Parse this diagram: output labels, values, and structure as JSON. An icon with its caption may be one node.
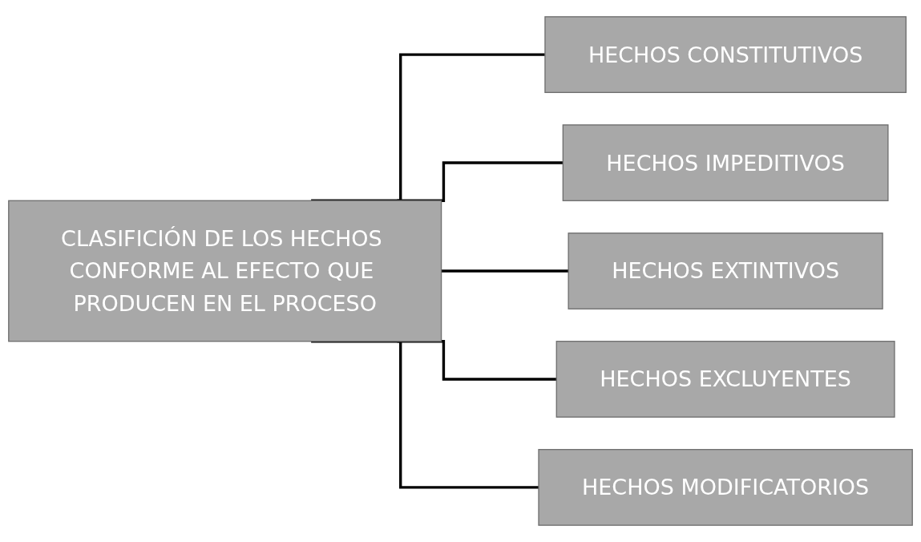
{
  "diagram": {
    "nodes": [
      {
        "text": [
          "CLASIFICIÓN DE LOS HECHOS CONFORME AL EFECTO QUE PRODUCEN EN EL PROCESO"
        ]
      },
      {
        "text": [
          "HECHOS CONSTITUTIVOS"
        ]
      },
      {
        "text": [
          "HECHOS IMPEDITIVOS"
        ]
      },
      {
        "text": [
          "HECHOS EXTINTIVOS"
        ]
      },
      {
        "text": [
          "HECHOS EXCLUYENTES"
        ]
      },
      {
        "text": [
          "HECHOS MODIFICATORIOS"
        ]
      }
    ],
    "edges": [
      {
        "from": 0,
        "to": 1,
        "arrow": "none"
      },
      {
        "from": 0,
        "to": 2,
        "arrow": "none"
      },
      {
        "from": 0,
        "to": 3,
        "arrow": "none"
      },
      {
        "from": 0,
        "to": 4,
        "arrow": "none"
      },
      {
        "from": 0,
        "to": 5,
        "arrow": "none"
      }
    ]
  }
}
